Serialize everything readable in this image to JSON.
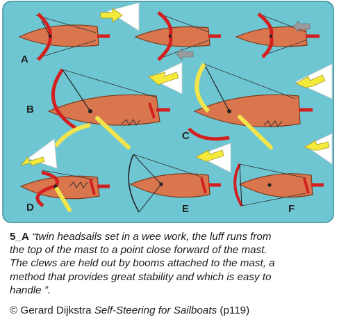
{
  "labels": {
    "a": "A",
    "b": "B",
    "c": "C",
    "d": "D",
    "e": "E",
    "f": "F"
  },
  "caption": {
    "figure_id": "5_A",
    "quote_open": "“",
    "quote_line1": "twin headsails set in a wee work, the luff runs from",
    "quote_line2": "the top of the mast to a point close forward of the mast.",
    "quote_line3": "The clews are held out by booms attached to the mast, a",
    "quote_line4": "method that provides great stability and which is easy to",
    "quote_line5": "handle  ”.",
    "credit_prefix": "© Gerard Dijkstra ",
    "credit_book": "Self-Steering for Sailboats",
    "credit_page": " (p119)"
  },
  "colors": {
    "sea": "#6ec6d3",
    "hull": "#d9764e",
    "sail": "#d3201f",
    "boom": "#f2e44a",
    "wind_arrow": "#f4ea3c",
    "gray_arrow": "#9a9a9a"
  }
}
